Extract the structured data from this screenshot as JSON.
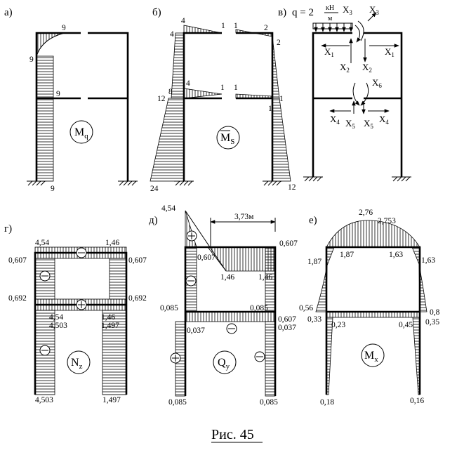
{
  "figure": {
    "caption": "Рис. 45",
    "panels": {
      "a": {
        "label": "а)",
        "moment_label_main": "M",
        "moment_label_sub": "q",
        "values": {
          "top_left": "9",
          "left": "9",
          "mid": "9",
          "bottom": "9"
        }
      },
      "b": {
        "label": "б)",
        "moment_label_main": "M",
        "moment_label_sub": "S",
        "values": {
          "v4a": "4",
          "v1a": "1",
          "v1b": "1",
          "v2a": "2",
          "v4b": "4",
          "v2b": "2",
          "v12a": "12",
          "v8": "8",
          "v4c": "4",
          "v1c": "1",
          "v1d": "1",
          "v1e": "1",
          "v1f": "1",
          "v24": "24",
          "v12b": "12"
        }
      },
      "c": {
        "label": "в)",
        "load_text": "q = 2",
        "unit_num": "кН",
        "unit_den": "м",
        "unknowns": {
          "x1": "X",
          "x2": "X",
          "x3": "X",
          "x4": "X",
          "x5": "X",
          "x6": "X"
        },
        "subs": {
          "s1": "1",
          "s2": "2",
          "s3": "3",
          "s4": "4",
          "s5": "5",
          "s6": "6"
        }
      },
      "d": {
        "label": "г)",
        "force_label_main": "N",
        "force_label_sub": "z",
        "values": {
          "tl": "4,54",
          "tr": "1,46",
          "l1": "0,607",
          "r1": "0,607",
          "l2": "0,692",
          "r2": "0,692",
          "m1": "4,54",
          "m2": "4,503",
          "m3": "1,46",
          "m4": "1,497",
          "bl": "4,503",
          "br": "1,497"
        }
      },
      "e": {
        "label": "д)",
        "force_label_main": "Q",
        "force_label_sub": "y",
        "dimension": "3,73м",
        "values": {
          "v454": "4,54",
          "v0607a": "0,607",
          "v0607b": "0,607",
          "v146a": "1,46",
          "v146b": "1,46",
          "v0085a": "0,085",
          "v0085b": "0,085",
          "v0037a": "0,037",
          "v0607c": "0,607",
          "v0037b": "0,037",
          "v0085c": "0,085",
          "v0085d": "0,085"
        }
      },
      "f": {
        "label": "е)",
        "moment_label_main": "M",
        "moment_label_sub": "x",
        "values": {
          "v276": "2,76",
          "v2753": "2,753",
          "v187a": "1,87",
          "v187b": "1,87",
          "v163a": "1,63",
          "v163b": "1,63",
          "v056": "0,56",
          "v08": "0,8",
          "v033": "0,33",
          "v023": "0,23",
          "v045": "0,45",
          "v035": "0,35",
          "v018": "0,18",
          "v016": "0,16"
        }
      }
    }
  }
}
